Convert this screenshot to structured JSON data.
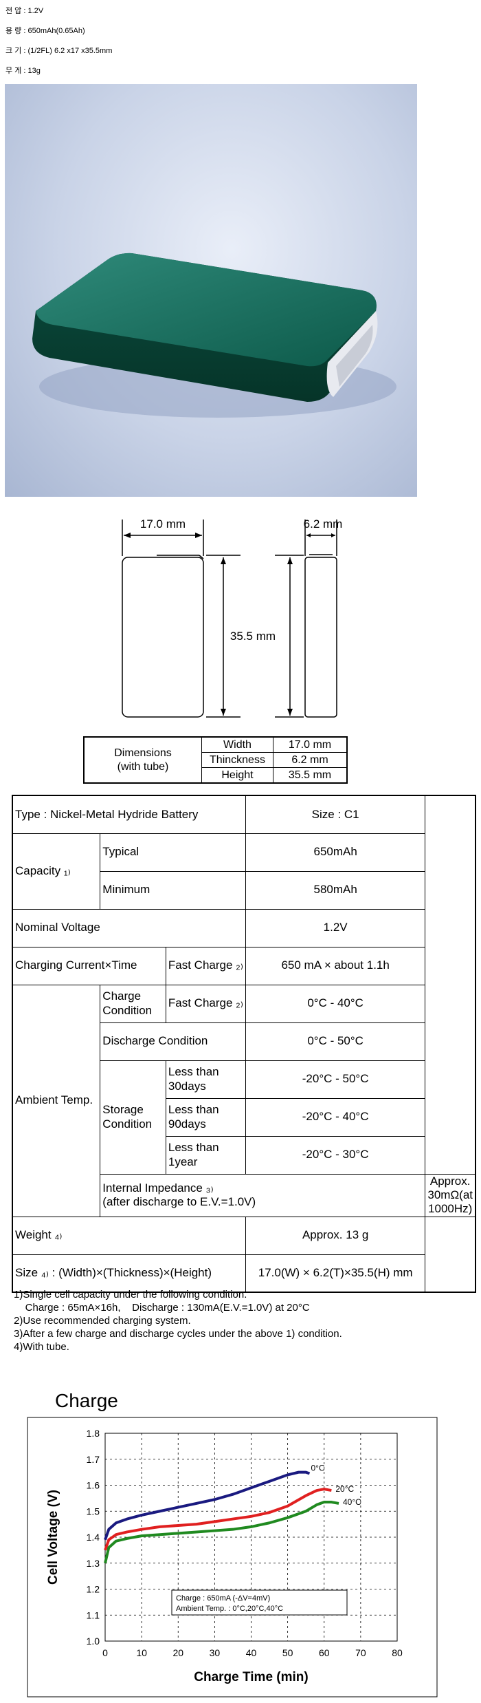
{
  "specs": [
    {
      "label": "전 압",
      "value": "1.2V"
    },
    {
      "label": "용 량",
      "value": "650mAh(0.65Ah)"
    },
    {
      "label": "크 기",
      "value": "(1/2FL) 6.2 x17 x35.5mm"
    },
    {
      "label": "무 게",
      "value": "13g"
    }
  ],
  "drawing": {
    "width_dim": "17.0 mm",
    "thickness_dim": "6.2 mm",
    "height_dim": "35.5 mm"
  },
  "dim_table": {
    "label": [
      "Dimensions",
      "(with tube)"
    ],
    "rows": [
      {
        "name": "Width",
        "value": "17.0 mm"
      },
      {
        "name": "Thinckness",
        "value": "6.2 mm"
      },
      {
        "name": "Height",
        "value": "35.5 mm"
      }
    ]
  },
  "spec_table": {
    "type": "Type : Nickel-Metal Hydride Battery",
    "size": "Size : C1",
    "capacity": "Capacity ₁₎",
    "typical": "Typical",
    "typical_val": "650mAh",
    "minimum": "Minimum",
    "minimum_val": "580mAh",
    "nominal_voltage": "Nominal Voltage",
    "nominal_voltage_val": "1.2V",
    "charging_current": "Charging Current×Time",
    "fast_charge": "Fast Charge ₂₎",
    "charging_val": "650 mA × about 1.1h",
    "ambient": "Ambient Temp.",
    "charge_condition": "Charge Condition",
    "charge_fast": "Fast Charge ₂₎",
    "charge_val": "0°C - 40°C",
    "discharge_condition": "Discharge Condition",
    "discharge_val": "0°C - 50°C",
    "storage_condition": "Storage Condition",
    "storage": [
      {
        "period": "Less than 30days",
        "value": "-20°C - 50°C"
      },
      {
        "period": "Less than 90days",
        "value": "-20°C - 40°C"
      },
      {
        "period": "Less than 1year",
        "value": "-20°C - 30°C"
      }
    ],
    "impedance_1": "Internal Impedance ₃₎",
    "impedance_2": "(after discharge to E.V.=1.0V)",
    "impedance_val": "Approx. 30mΩ(at 1000Hz)",
    "weight": "Weight ₄₎",
    "weight_val": "Approx. 13 g",
    "size_dims": "Size ₄₎ : (Width)×(Thickness)×(Height)",
    "size_dims_val": "17.0(W) × 6.2(T)×35.5(H)  mm"
  },
  "notes": [
    "1)Single cell capacity under the following condition.",
    "    Charge : 65mA×16h,    Discharge : 130mA(E.V.=1.0V) at 20°C",
    "2)Use recommended charging system.",
    "3)After a few charge and discharge cycles under the above 1) condition.",
    "4)With tube."
  ],
  "chart_title": "Charge",
  "chart_data": {
    "type": "line",
    "xlabel": "Charge Time (min)",
    "ylabel": "Cell Voltage (V)",
    "xlim": [
      0,
      80
    ],
    "ylim": [
      1.0,
      1.8
    ],
    "xticks": [
      "0",
      "10",
      "20",
      "30",
      "40",
      "50",
      "60",
      "70",
      "80"
    ],
    "yticks": [
      "1.0",
      "1.1",
      "1.2",
      "1.3",
      "1.4",
      "1.5",
      "1.6",
      "1.7",
      "1.8"
    ],
    "grid": true,
    "annotation": [
      "Charge : 650mA (-ΔV=4mV)",
      "Ambient Temp. : 0°C,20°C,40°C"
    ],
    "series": [
      {
        "name": "0°C",
        "color": "#1a1a80",
        "x": [
          0,
          1,
          3,
          6,
          10,
          15,
          20,
          25,
          30,
          35,
          40,
          45,
          50,
          53,
          55,
          56
        ],
        "y": [
          1.39,
          1.43,
          1.455,
          1.47,
          1.485,
          1.5,
          1.515,
          1.53,
          1.545,
          1.565,
          1.59,
          1.615,
          1.64,
          1.65,
          1.65,
          1.645
        ]
      },
      {
        "name": "20°C",
        "color": "#e02020",
        "x": [
          0,
          1,
          3,
          6,
          10,
          15,
          20,
          25,
          30,
          35,
          40,
          45,
          50,
          55,
          58,
          60,
          62
        ],
        "y": [
          1.35,
          1.39,
          1.41,
          1.42,
          1.43,
          1.44,
          1.445,
          1.45,
          1.46,
          1.47,
          1.48,
          1.495,
          1.52,
          1.56,
          1.58,
          1.585,
          1.58
        ]
      },
      {
        "name": "40°C",
        "color": "#208a20",
        "x": [
          0,
          1,
          3,
          6,
          10,
          15,
          20,
          25,
          30,
          35,
          40,
          45,
          50,
          55,
          58,
          60,
          62,
          64
        ],
        "y": [
          1.3,
          1.36,
          1.385,
          1.395,
          1.405,
          1.41,
          1.415,
          1.42,
          1.425,
          1.43,
          1.44,
          1.455,
          1.475,
          1.5,
          1.525,
          1.535,
          1.535,
          1.53
        ]
      }
    ]
  }
}
